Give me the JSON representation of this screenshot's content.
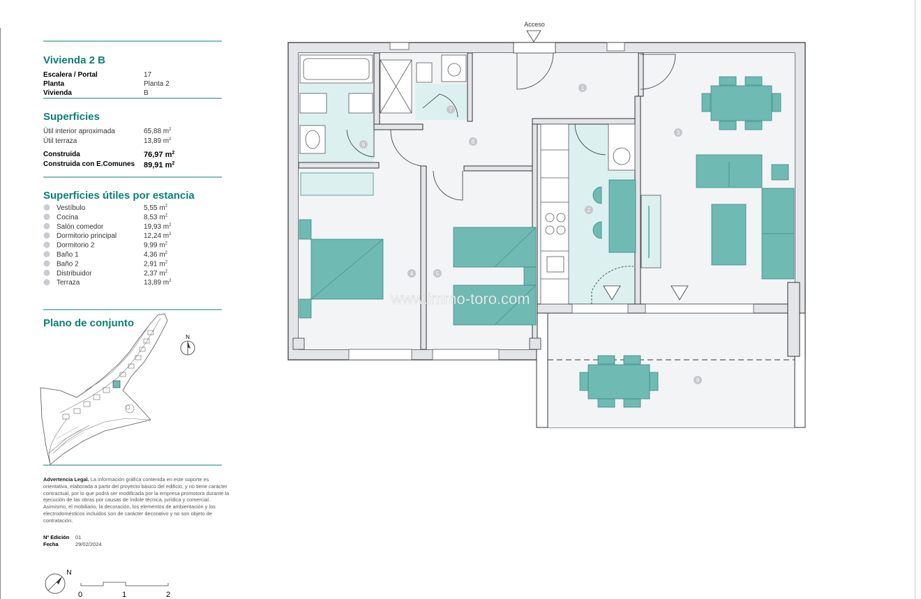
{
  "dwelling": {
    "title": "Vivienda 2 B",
    "info": [
      {
        "label": "Escalera / Portal",
        "value": "17"
      },
      {
        "label": "Planta",
        "value": "Planta 2"
      },
      {
        "label": "Vivienda",
        "value": "B"
      }
    ]
  },
  "surfaces": {
    "heading": "Superficies",
    "rows": [
      {
        "label": "Útil interior aproximada",
        "value": "65,88 m",
        "bold": false
      },
      {
        "label": "Útil terraza",
        "value": "13,89 m",
        "bold": false
      },
      {
        "label": "Construida",
        "value": "76,97 m",
        "bold": true
      },
      {
        "label": "Construida con E.Comunes",
        "value": "89,91 m",
        "bold": true
      }
    ],
    "superscript": "2"
  },
  "rooms": {
    "heading": "Superficies útiles por estancia",
    "items": [
      {
        "num": "1",
        "name": "Vestíbulo",
        "area": "5,55 m"
      },
      {
        "num": "2",
        "name": "Cocina",
        "area": "8,53 m"
      },
      {
        "num": "3",
        "name": "Salón comedor",
        "area": "19,93 m"
      },
      {
        "num": "4",
        "name": "Dormitorio principal",
        "area": "12,24 m"
      },
      {
        "num": "5",
        "name": "Dormitorio 2",
        "area": "9,99 m"
      },
      {
        "num": "6",
        "name": "Baño 1",
        "area": "4,36 m"
      },
      {
        "num": "7",
        "name": "Baño 2",
        "area": "2,91 m"
      },
      {
        "num": "8",
        "name": "Distribuidor",
        "area": "2,37 m"
      },
      {
        "num": "9",
        "name": "Terraza",
        "area": "13,89 m"
      }
    ]
  },
  "site_plan": {
    "heading": "Plano de conjunto",
    "north": "N"
  },
  "legal": {
    "title": "Advertencia Legal.",
    "text": "La información gráfica contenida en este soporte es orientativa, elaborada a partir del proyecto básico del edificio, y no tiene carácter contractual, por lo que podrá ser modificada por la empresa promotora durante la ejecución de las obras por causas de índole técnica, jurídica y comercial. Asimismo, el mobiliario, la decoración, los elementos de ambientación y los electrodomésticos incluidos son de carácter decorativo y no son objeto de contratación."
  },
  "edition": [
    {
      "label": "Nº Edición",
      "value": "01"
    },
    {
      "label": "Fecha",
      "value": "29/02/2024"
    }
  ],
  "scale": {
    "north": "N",
    "ticks": [
      "0",
      "1",
      "2"
    ]
  },
  "plan": {
    "access_label": "Acceso",
    "watermark": "www.immo-toro.com",
    "room_markers": [
      {
        "num": "1"
      },
      {
        "num": "2"
      },
      {
        "num": "3"
      },
      {
        "num": "4"
      },
      {
        "num": "5"
      },
      {
        "num": "6"
      },
      {
        "num": "7"
      },
      {
        "num": "8"
      },
      {
        "num": "9"
      }
    ]
  },
  "colors": {
    "accent": "#0a7f78",
    "furniture": "#6fbab3",
    "wet_area": "#dcf0f0",
    "wall": "#333333",
    "floor": "#f3f4f6"
  }
}
